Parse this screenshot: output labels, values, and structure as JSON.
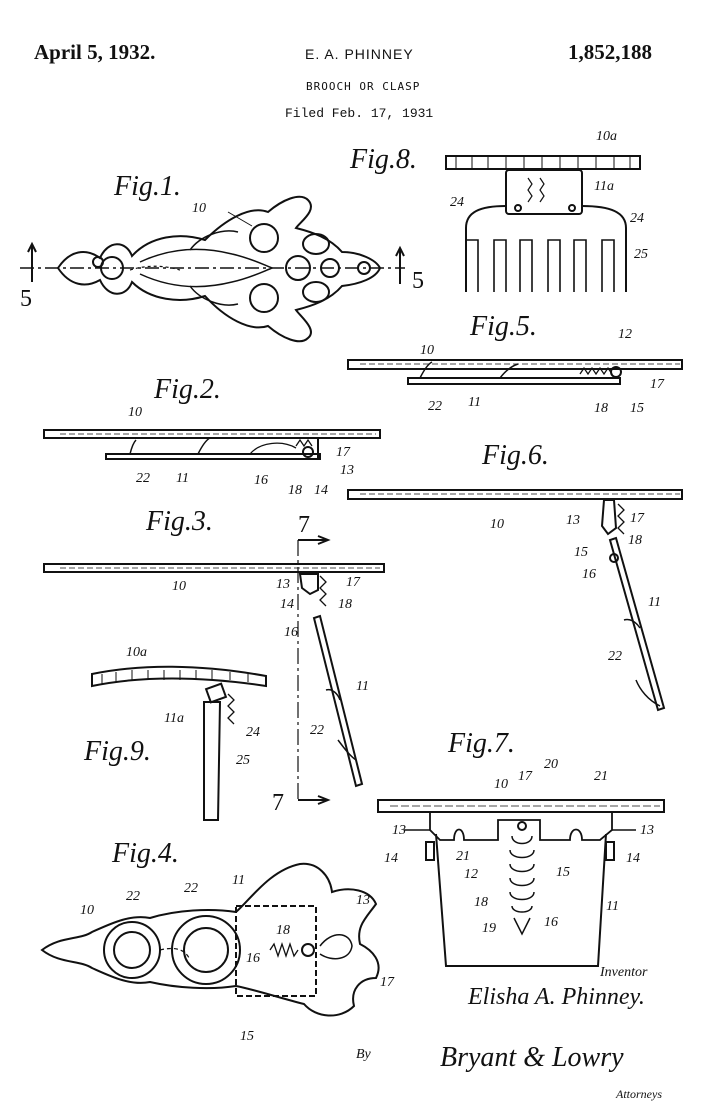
{
  "header": {
    "date": "April 5, 1932.",
    "inventor": "E. A. PHINNEY",
    "title": "BROOCH OR CLASP",
    "filed": "Filed Feb. 17, 1931",
    "patent_number": "1,852,188"
  },
  "figures": {
    "fig1": "Fig.1.",
    "fig2": "Fig.2.",
    "fig3": "Fig.3.",
    "fig4": "Fig.4.",
    "fig5": "Fig.5.",
    "fig6": "Fig.6.",
    "fig7": "Fig.7.",
    "fig8": "Fig.8.",
    "fig9": "Fig.9."
  },
  "refs": {
    "r10": "10",
    "r10a": "10a",
    "r11": "11",
    "r11a": "11a",
    "r12": "12",
    "r13": "13",
    "r14": "14",
    "r15": "15",
    "r16": "16",
    "r17": "17",
    "r18": "18",
    "r19": "19",
    "r20": "20",
    "r21": "21",
    "r22": "22",
    "r24": "24",
    "r25": "25",
    "r5": "5",
    "r7": "7"
  },
  "signature": {
    "inventor_label": "Inventor",
    "inventor_name": "Elisha A. Phinney.",
    "by": "By",
    "attorney_name": "Bryant & Lowry",
    "attorneys_label": "Attorneys"
  }
}
